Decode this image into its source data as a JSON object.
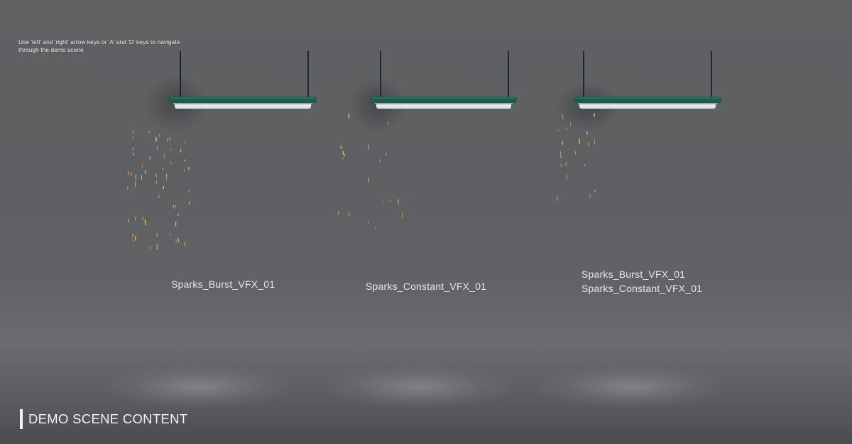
{
  "scene": {
    "hint": "Use 'left' and 'right' arrow keys or 'A' and 'D' keys to navigate through the demo scene",
    "footer_label": "DEMO SCENE CONTENT"
  },
  "fixtures": [
    {
      "lines": [
        "Sparks_Burst_VFX_01"
      ]
    },
    {
      "lines": [
        "Sparks_Constant_VFX_01"
      ]
    },
    {
      "lines": [
        "Sparks_Burst_VFX_01",
        "Sparks_Constant_VFX_01"
      ]
    }
  ],
  "colors": {
    "lamp_housing": "#1f5a4a",
    "lamp_tube": "#f4f6f6",
    "spark": "#ffb45a",
    "text": "#e6e7e9"
  }
}
